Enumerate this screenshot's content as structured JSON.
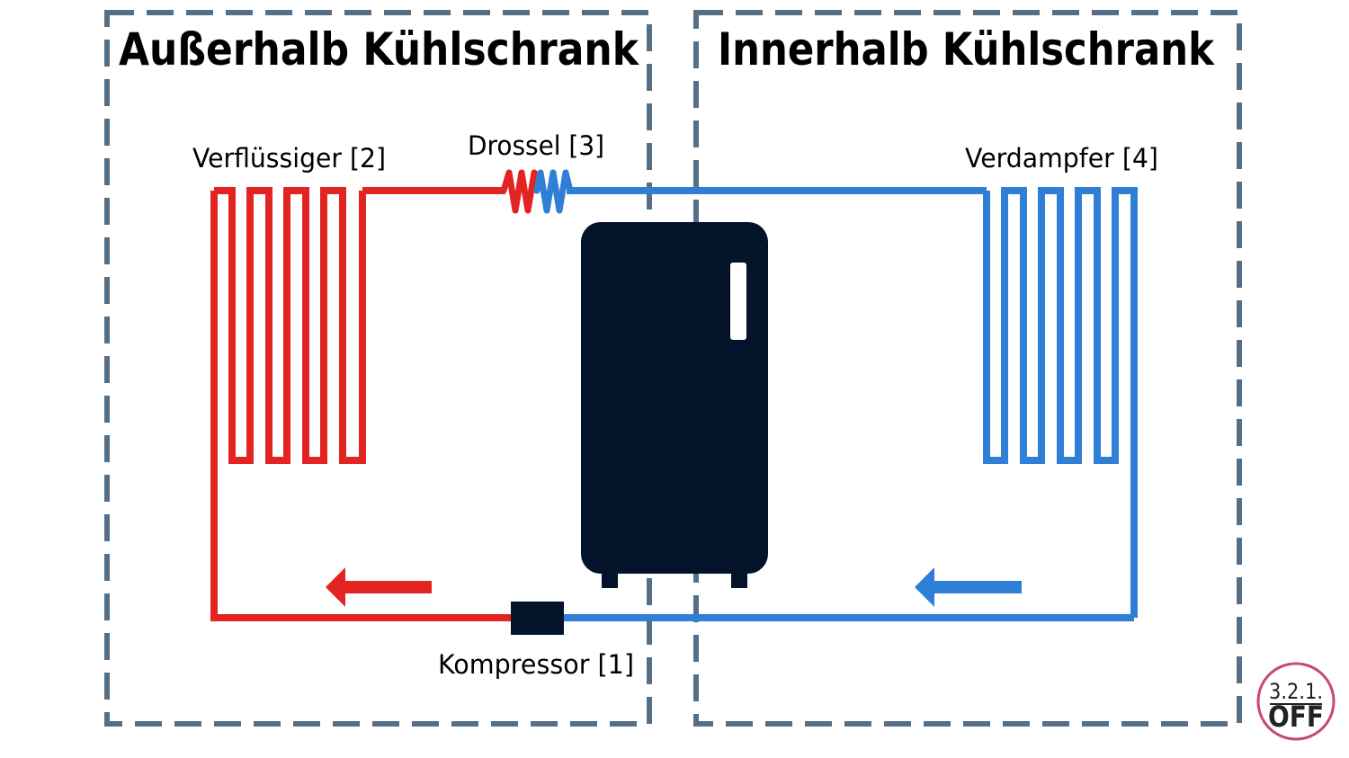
{
  "zones": {
    "outside_title": "Außerhalb Kühlschrank",
    "inside_title": "Innerhalb Kühlschrank"
  },
  "components": {
    "condenser": "Verflüssiger [2]",
    "throttle": "Drossel [3]",
    "evaporator": "Verdampfer [4]",
    "compressor": "Kompressor [1]"
  },
  "logo": {
    "top": "3.2.1.",
    "bottom": "OFF"
  },
  "colors": {
    "hot": "#e32422",
    "cold": "#2f7fd6",
    "zone_border": "#546f86",
    "fridge": "#02132a",
    "logo_ring": "#c8467a"
  }
}
